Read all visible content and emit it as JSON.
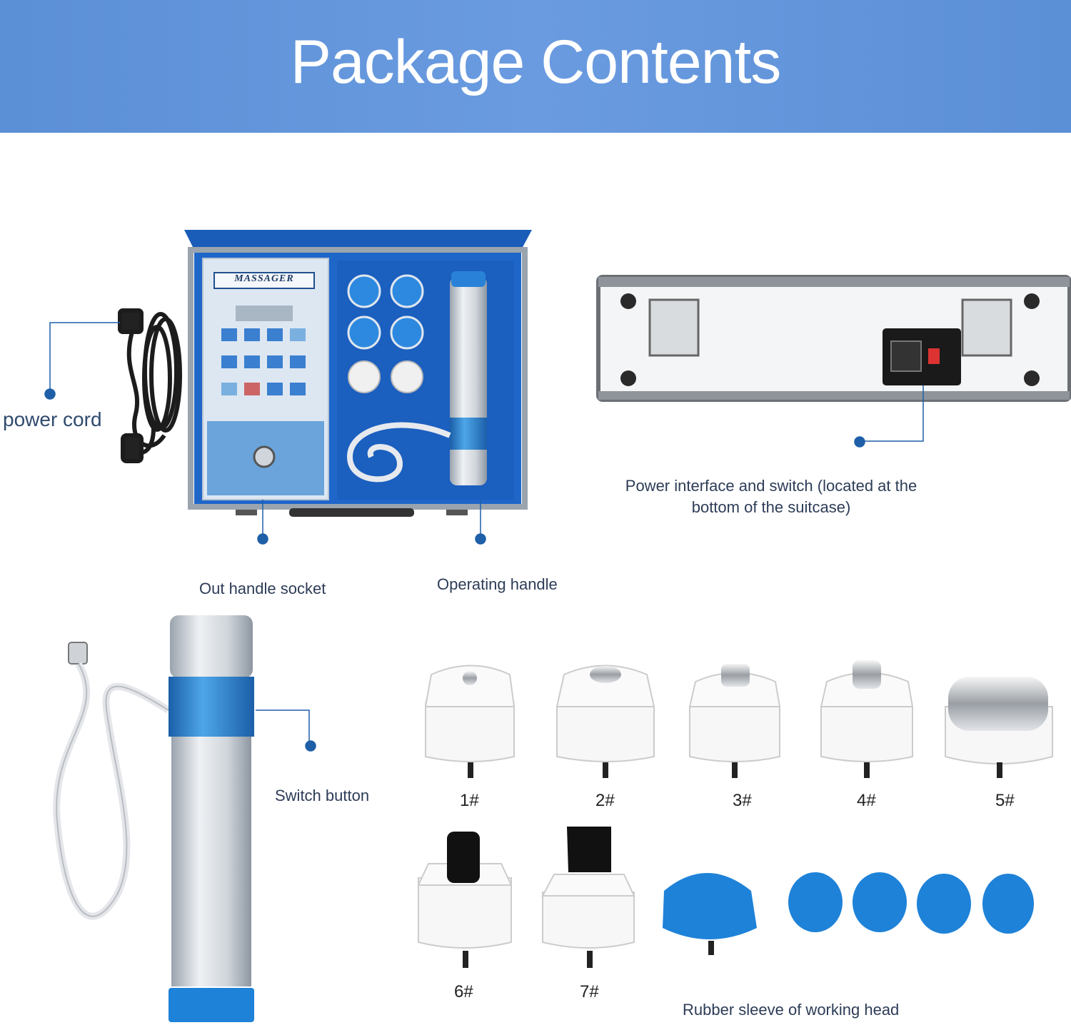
{
  "title": "Package Contents",
  "case_label": "MASSAGER",
  "labels": {
    "power_cord": "power cord",
    "power_interface": "Power interface and switch (located at the bottom of the suitcase)",
    "out_handle_socket": "Out handle socket",
    "operating_handle": "Operating handle",
    "switch_button": "Switch button",
    "rubber_sleeve": "Rubber sleeve of working head"
  },
  "heads": [
    "1#",
    "2#",
    "3#",
    "4#",
    "5#",
    "6#",
    "7#"
  ],
  "colors": {
    "banner": "#5f93d9",
    "case_blue": "#1f66c9",
    "sleeve_blue": "#1e82d8",
    "leader": "#1e5fa8"
  }
}
